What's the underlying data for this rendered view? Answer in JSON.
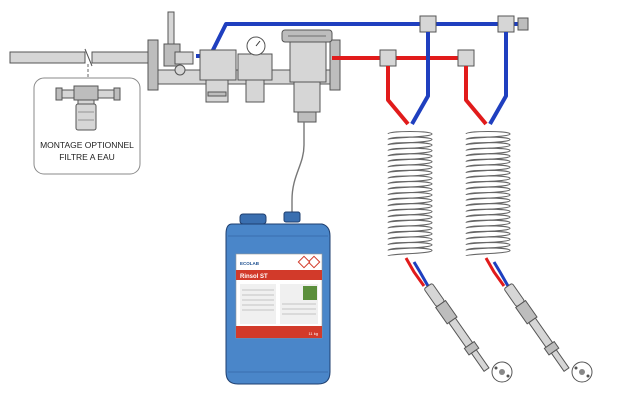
{
  "optional_box": {
    "label_line1": "MONTAGE OPTIONNEL",
    "label_line2": "FILTRE A EAU"
  },
  "canister": {
    "brand": "ECOLAB",
    "product": "Rinsol ST",
    "weight": "11 kg"
  },
  "colors": {
    "cold_water": "#1f3fbf",
    "hot_water": "#e11b1b",
    "canister_body": "#4a86c9",
    "label_red": "#d23a2a",
    "fittings": "#d6d6d6"
  },
  "hoses": [
    {
      "name": "hose-reel-1"
    },
    {
      "name": "hose-reel-2"
    }
  ]
}
